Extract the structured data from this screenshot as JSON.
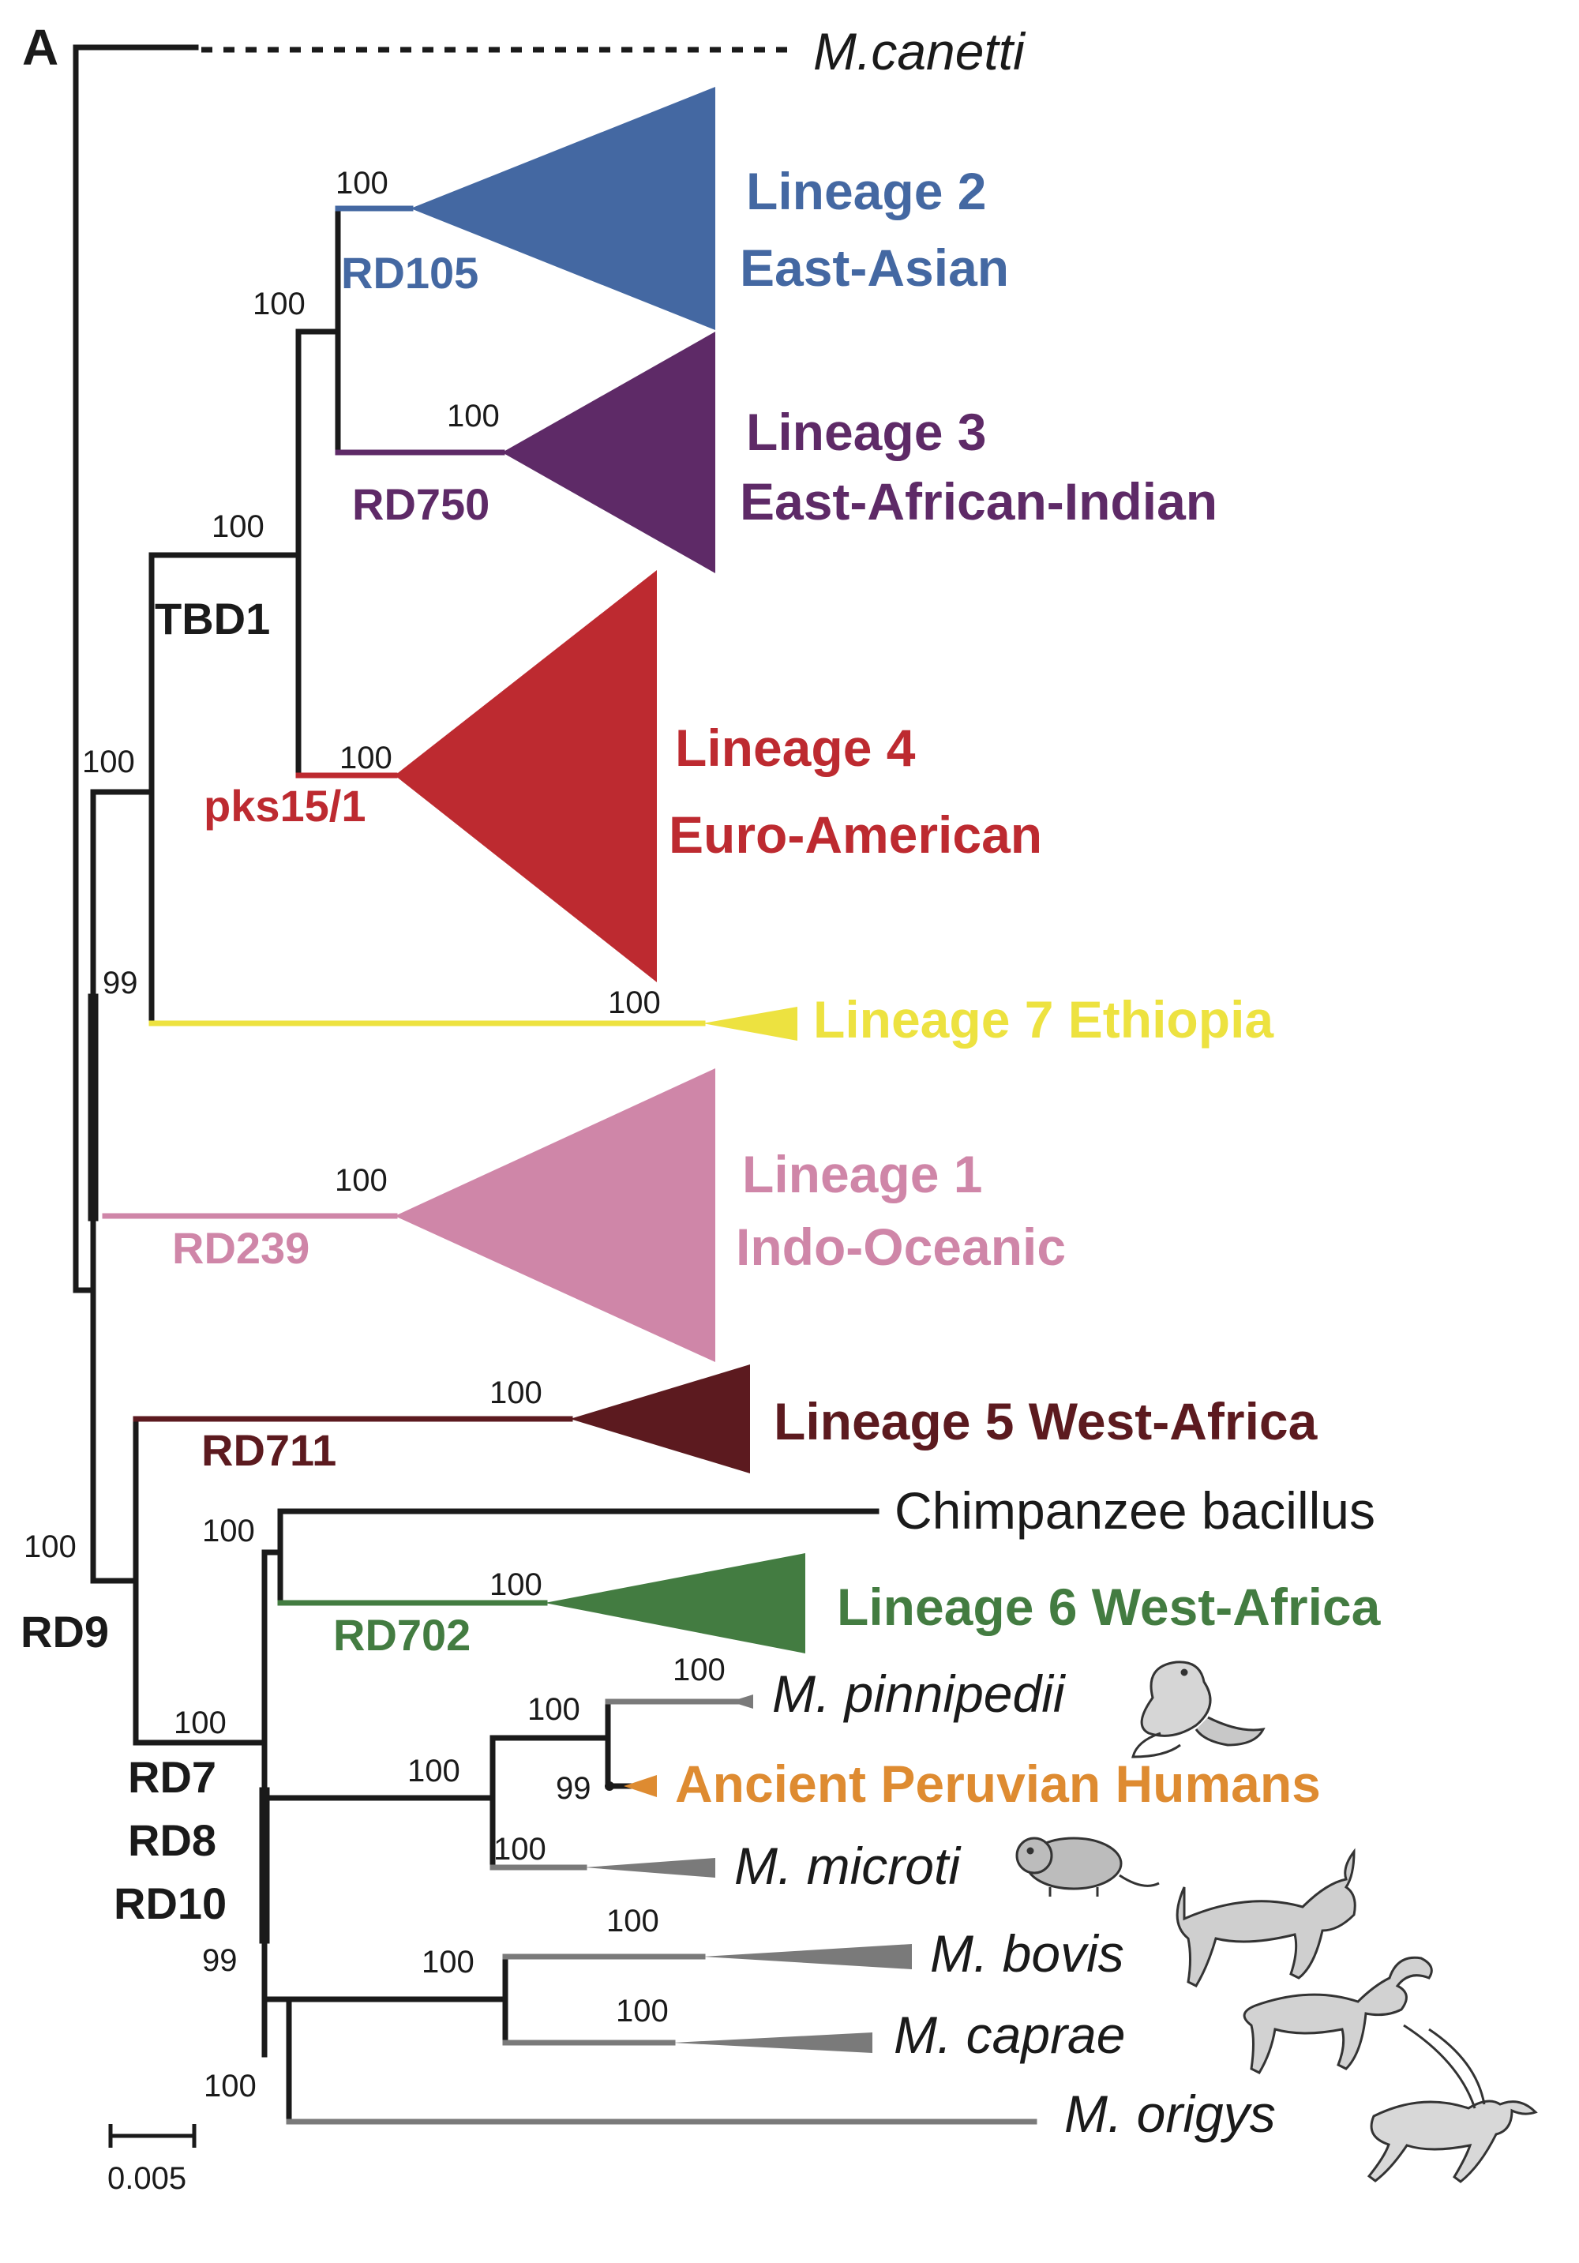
{
  "panel_label": "A",
  "colors": {
    "black": "#1a1a1a",
    "lineage2": "#4468a2",
    "lineage3": "#5e2a67",
    "lineage4": "#bd2a30",
    "lineage7": "#ede240",
    "lineage1": "#cf86a8",
    "lineage5": "#5c1a1f",
    "lineage6": "#437c41",
    "peruvian": "#de8b31",
    "animal": "#7a7a7a"
  },
  "outgroup": {
    "label": "M.canetti"
  },
  "clades": {
    "lineage2": {
      "name": "Lineage 2",
      "region": "East-Asian",
      "marker": "RD105",
      "bootstrap": "100"
    },
    "lineage3": {
      "name": "Lineage 3",
      "region": "East-African-Indian",
      "marker": "RD750",
      "bootstrap": "100"
    },
    "lineage4": {
      "name": "Lineage 4",
      "region": "Euro-American",
      "marker": "pks15/1",
      "bootstrap": "100"
    },
    "lineage7": {
      "name": "Lineage 7 Ethiopia",
      "bootstrap": "100"
    },
    "lineage1": {
      "name": "Lineage 1",
      "region": "Indo-Oceanic",
      "marker": "RD239",
      "bootstrap": "100"
    },
    "lineage5": {
      "name": "Lineage 5 West-Africa",
      "marker": "RD711",
      "bootstrap": "100"
    },
    "chimp": {
      "name": "Chimpanzee bacillus"
    },
    "lineage6": {
      "name": "Lineage 6 West-Africa",
      "marker": "RD702",
      "bootstrap": "100"
    },
    "pinnipedii": {
      "name": "M. pinnipedii",
      "bootstrap": "100"
    },
    "peruvian": {
      "name": "Ancient Peruvian Humans",
      "bootstrap": "99"
    },
    "microti": {
      "name": "M. microti",
      "bootstrap": "100"
    },
    "bovis": {
      "name": "M. bovis",
      "bootstrap": "100"
    },
    "caprae": {
      "name": "M. caprae",
      "bootstrap": "100"
    },
    "origys": {
      "name": "M. origys"
    }
  },
  "internal_nodes": {
    "l2_l3": {
      "bootstrap": "100"
    },
    "tbd1": {
      "bootstrap": "100",
      "marker": "TBD1"
    },
    "modern": {
      "bootstrap": "100"
    },
    "l7_join": {
      "bootstrap": "99"
    },
    "rd9": {
      "bootstrap": "100",
      "marker": "RD9"
    },
    "animal_chimp": {
      "bootstrap": "100"
    },
    "rd7": {
      "bootstrap": "100",
      "markers": [
        "RD7",
        "RD8",
        "RD10"
      ]
    },
    "pinn_peru_micro": {
      "bootstrap": "100"
    },
    "pinn_peru": {
      "bootstrap": "100"
    },
    "bovis_caprae": {
      "bootstrap": "100"
    },
    "animal_base": {
      "bootstrap": "99"
    },
    "origys_join": {
      "bootstrap": "100"
    }
  },
  "scale_bar": {
    "label": "0.005"
  }
}
